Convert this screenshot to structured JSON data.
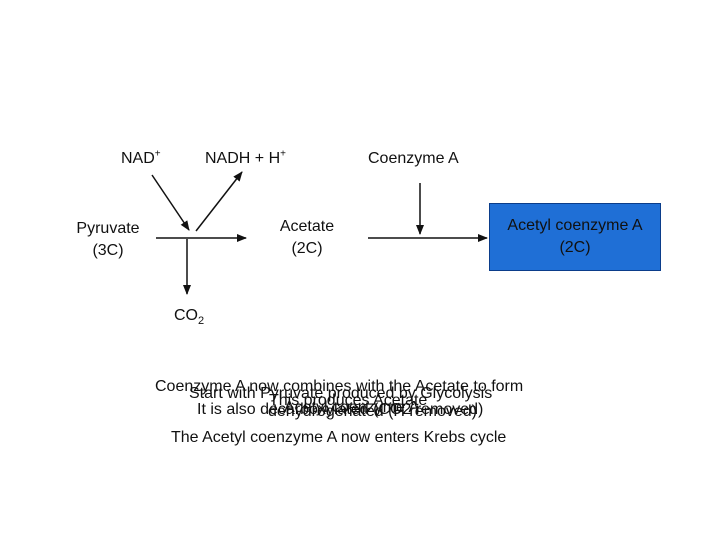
{
  "labels": {
    "nad_plus": "NAD",
    "nad_plus_sup": "+",
    "nadh": "NADH + H",
    "nadh_sup": "+",
    "coenzyme_a": "Coenzyme A",
    "co2_main": "CO",
    "co2_sub": "2"
  },
  "boxes": {
    "pyruvate": {
      "line1": "Pyruvate",
      "line2": "(3C)"
    },
    "acetate": {
      "line1": "Acetate",
      "line2": "(2C)"
    },
    "acetyl_coa": {
      "line1": "Acetyl coenzyme A",
      "line2": "(2C)"
    }
  },
  "notes": {
    "overlap_1": "Coenzyme A now combines with the Acetate to form",
    "overlap_2": "Start with Pyruvate produced by Glycolysis",
    "overlap_3": "This produces Acetate",
    "overlap_4": "It is also decarboxylated (CO2 removed)",
    "overlap_5": "Acetyl coenzyme A",
    "overlap_6": "dehydrogenated (H removed)",
    "final": "The Acetyl coenzyme A now enters Krebs cycle"
  },
  "colors": {
    "acetyl_box_fill": "#1f6fd6",
    "acetyl_box_border": "#0b3d8a"
  }
}
